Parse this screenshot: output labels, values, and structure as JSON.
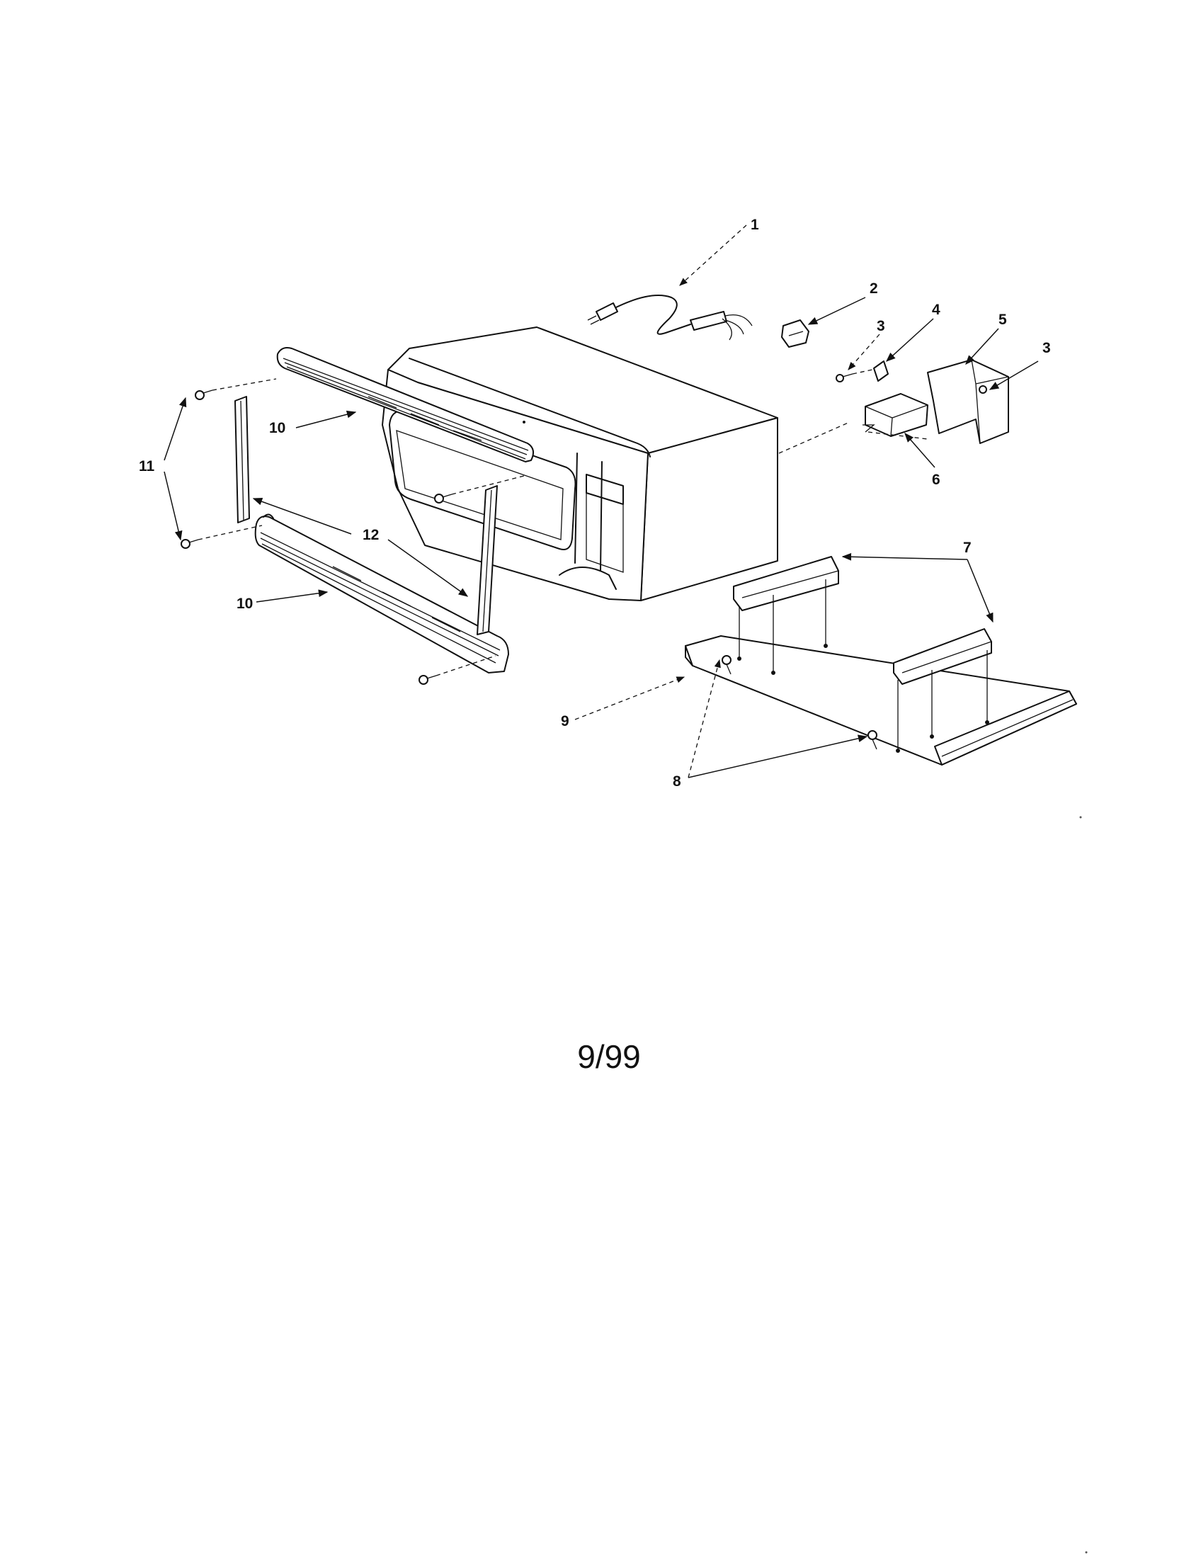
{
  "diagram": {
    "callouts": [
      {
        "id": "c1",
        "label": "1"
      },
      {
        "id": "c2",
        "label": "2"
      },
      {
        "id": "c3a",
        "label": "3"
      },
      {
        "id": "c4",
        "label": "4"
      },
      {
        "id": "c5",
        "label": "5"
      },
      {
        "id": "c3b",
        "label": "3"
      },
      {
        "id": "c6",
        "label": "6"
      },
      {
        "id": "c7",
        "label": "7"
      },
      {
        "id": "c8",
        "label": "8"
      },
      {
        "id": "c9",
        "label": "9"
      },
      {
        "id": "c10a",
        "label": "10"
      },
      {
        "id": "c10b",
        "label": "10"
      },
      {
        "id": "c11",
        "label": "11"
      },
      {
        "id": "c12",
        "label": "12"
      }
    ]
  },
  "footer": {
    "date_code": "9/99"
  }
}
